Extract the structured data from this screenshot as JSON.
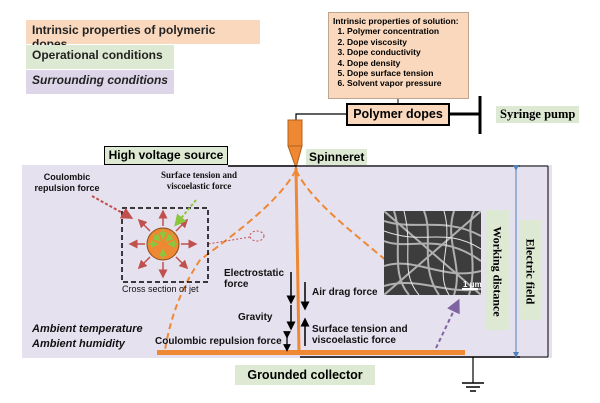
{
  "legend": {
    "intrinsic": "Intrinsic properties of polymeric dopes",
    "operational": "Operational conditions",
    "surrounding": "Surrounding conditions"
  },
  "solution_properties": {
    "title": "Intrinsic properties of solution:",
    "items": [
      "Polymer concentration",
      "Dope viscosity",
      "Dope conductivity",
      "Dope density",
      "Dope surface tension",
      "Solvent vapor pressure"
    ]
  },
  "components": {
    "polymer_dopes": "Polymer dopes",
    "syringe_pump": "Syringe pump",
    "high_voltage": "High voltage source",
    "spinneret": "Spinneret",
    "grounded_collector": "Grounded collector",
    "working_distance": "Working distance",
    "electric_field": "Electric field"
  },
  "forces": {
    "coulombic_repulsion": "Coulombic repulsion force",
    "surface_tension_visco": "Surface tension and viscoelastic force",
    "cross_section": "Cross section of jet",
    "electrostatic": "Electrostatic force",
    "gravity": "Gravity",
    "air_drag": "Air drag force",
    "surface_tension_visco_2": "Surface tension and viscoelastic force",
    "coulombic_repulsion_2": "Coulombic repulsion force"
  },
  "surroundings": {
    "ambient_temperature": "Ambient temperature",
    "ambient_humidity": "Ambient humidity"
  },
  "sem_scale": "1 μm",
  "colors": {
    "intrinsic": "#f9d8bd",
    "operational": "#dde9d2",
    "surrounding": "#dcd6e8",
    "jet": "#ee8833",
    "arrow_red": "#c0504d",
    "arrow_green": "#8cc63f",
    "arrow_purple": "#8064a2"
  }
}
